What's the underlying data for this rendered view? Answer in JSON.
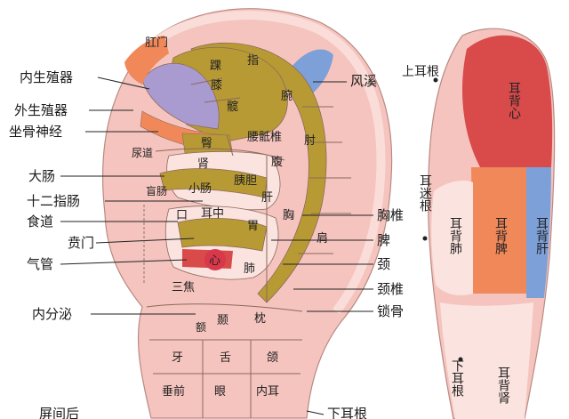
{
  "colors": {
    "skin": "#f5c4bf",
    "skin_light": "#fbe3df",
    "olive": "#b89a35",
    "olive_dark": "#9a7f2a",
    "pale_yellow": "#f0e2a8",
    "purple": "#a99bd0",
    "orange": "#f0885a",
    "red": "#d94a4a",
    "blue": "#7ea0d8",
    "heart_red": "#d8384a"
  },
  "left_labels": [
    "内生殖器",
    "外生殖器",
    "坐骨神经",
    "大肠",
    "十二指肠",
    "食道",
    "贲门",
    "气管",
    "内分泌",
    "屏间后"
  ],
  "right_labels": [
    "风溪",
    "胸椎",
    "脾",
    "颈",
    "颈椎",
    "锁骨",
    "下耳根"
  ],
  "zones": {
    "gang_men": "肛门",
    "huai": "踝",
    "zhi": "指",
    "xi": "膝",
    "kuan": "髋",
    "wan": "腕",
    "tun": "臀",
    "yao_di_zhui": "腰骶椎",
    "zhou": "肘",
    "niao_dao": "尿道",
    "shen": "肾",
    "fu": "腹",
    "xiao_chang": "小肠",
    "yi_dan": "胰胆",
    "gan": "肝",
    "mang_chang": "盲肠",
    "er_zhong": "耳中",
    "xiong": "胸",
    "kou": "口",
    "wei": "胃",
    "jian": "肩",
    "xin": "心",
    "fei": "肺",
    "san_jiao": "三焦",
    "e": "额",
    "nie": "颞",
    "zhen": "枕",
    "ya": "牙",
    "she": "舌",
    "he": "颌",
    "chui_qian": "垂前",
    "yan": "眼",
    "nei_er": "内耳"
  },
  "back": {
    "shang_er_gen": "上耳根",
    "er_bei_xin": "耳背心",
    "er_mi_gen": "耳迷根",
    "er_bei_fei": "耳背肺",
    "er_bei_pi": "耳背脾",
    "er_bei_gan": "耳背肝",
    "xia_er_gen": "下耳根",
    "er_bei_shen": "耳背肾"
  }
}
